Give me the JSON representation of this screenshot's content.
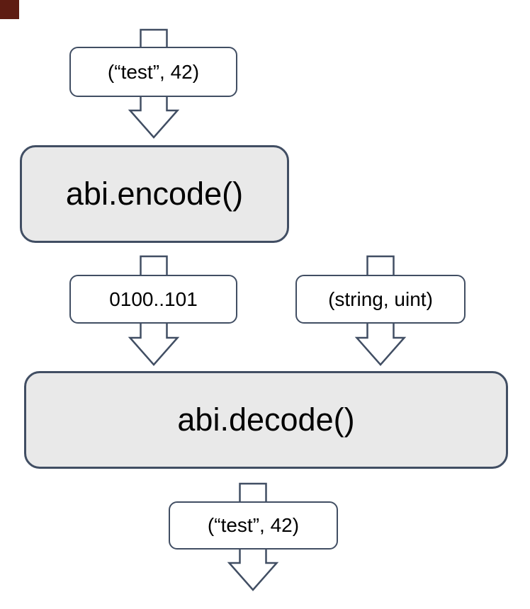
{
  "diagram": {
    "description": "ABI encode decode flow diagram",
    "nodes": {
      "input_tuple": "(“test”, 42)",
      "encode": "abi.encode()",
      "encoded_bytes": "0100..101",
      "type_tuple": "(string, uint)",
      "decode": "abi.decode()",
      "output_tuple": "(“test”, 42)"
    }
  },
  "colors": {
    "stroke": "#414e63",
    "process_fill": "#e9e9e9",
    "label_fill": "#ffffff",
    "text": "#000000",
    "marker": "#5e1c12",
    "background": "#ffffff"
  }
}
